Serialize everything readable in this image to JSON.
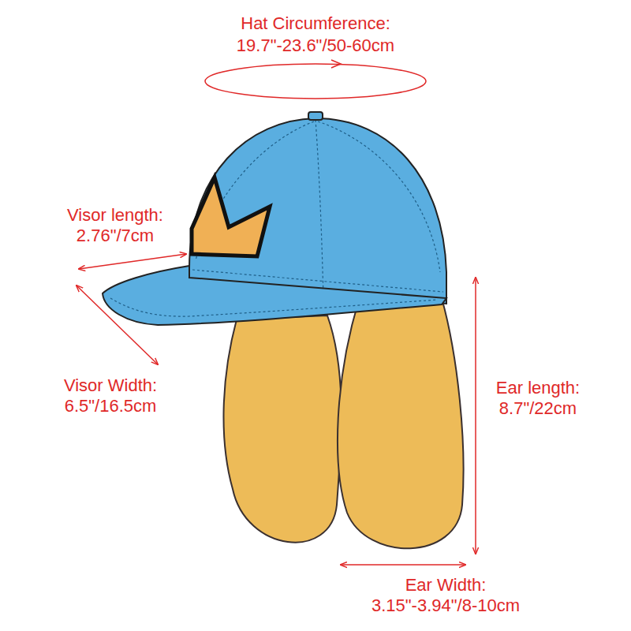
{
  "diagram": {
    "labels": [
      "Hat Circumference:",
      "19.7\"-23.6\"/50-60cm",
      "Visor length:",
      "2.76\"/7cm",
      "Visor Width:",
      "6.5\"/16.5cm",
      "Ear length:",
      "8.7\"/22cm",
      "Ear Width:",
      "3.15\"-3.94\"/8-10cm"
    ]
  }
}
